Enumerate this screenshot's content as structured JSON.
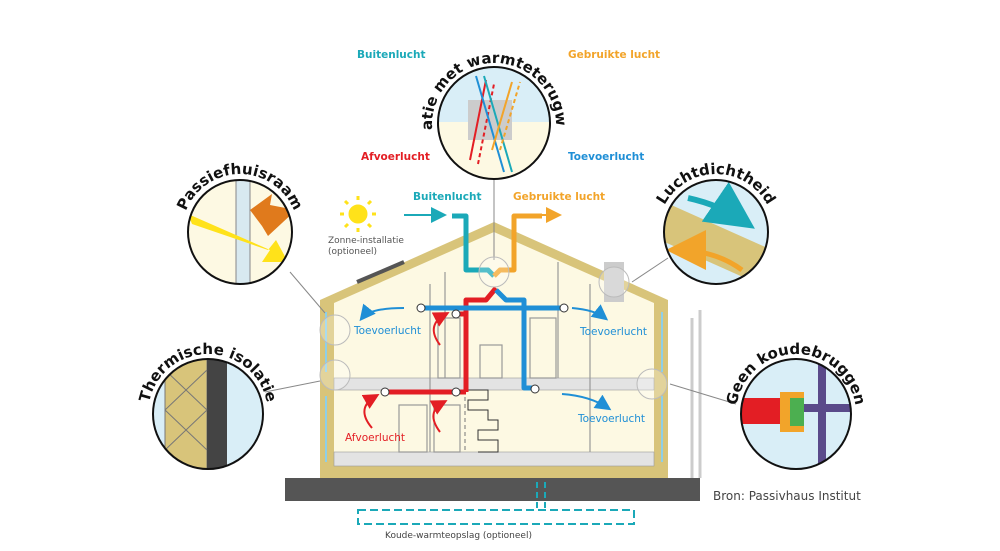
{
  "colors": {
    "outside_air": "#1ba9b8",
    "exhaust_air": "#f2a42a",
    "extract_air": "#e31e24",
    "supply_air": "#1f8fd6",
    "wall": "#d8c47a",
    "interior": "#fdf9e3",
    "ground": "#555555"
  },
  "ventilation": {
    "title": "Ventilatie met warmteterugwinning",
    "outside_air": "Buitenlucht",
    "used_air": "Gebruikte lucht",
    "extract_air": "Afvoerlucht",
    "supply_air": "Toevoerlucht"
  },
  "details": {
    "window": "Passiefhuisraam",
    "airtightness": "Luchtdichtheid",
    "insulation": "Thermische isolatie",
    "thermal_bridges": "Geen koudebruggen"
  },
  "house": {
    "outside_air": "Buitenlucht",
    "used_air": "Gebruikte lucht",
    "solar": "Zonne-installatie",
    "solar_note": "(optioneel)",
    "supply_left": "Toevoerlucht",
    "supply_right": "Toevoerlucht",
    "supply_ground": "Toevoerlucht",
    "extract": "Afvoerlucht",
    "storage": "Koude-warmteopslag (optioneel)"
  },
  "source": "Bron: Passivhaus Institut"
}
